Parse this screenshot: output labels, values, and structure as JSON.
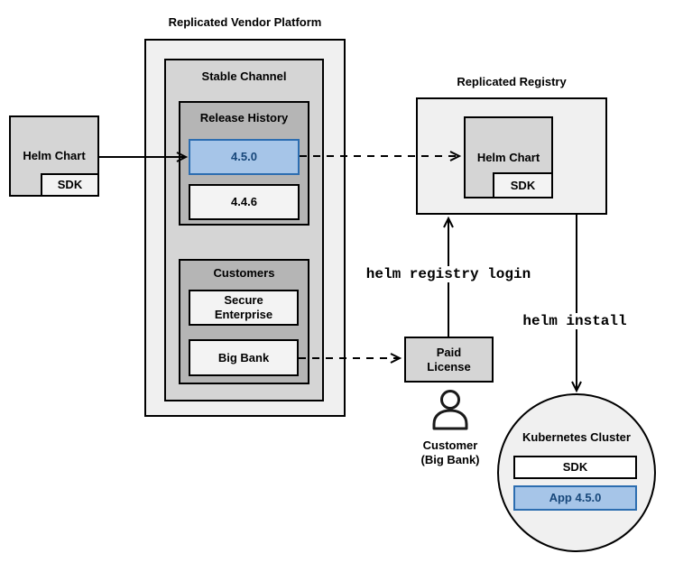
{
  "colors": {
    "highlight_fill": "#a6c5e8",
    "highlight_border": "#2c6db0",
    "highlight_text": "#17477a",
    "box_light": "#f0f0f0",
    "box_mid": "#d5d5d5",
    "box_dark": "#b5b5b5",
    "item_fill": "#f3f3f3",
    "line": "#000000"
  },
  "icons": {
    "customer": "user-icon"
  },
  "platform": {
    "title": "Replicated Vendor Platform"
  },
  "stable_channel": {
    "title": "Stable Channel"
  },
  "release_history": {
    "title": "Release History",
    "releases": [
      {
        "version": "4.5.0",
        "highlighted": true
      },
      {
        "version": "4.4.6",
        "highlighted": false
      }
    ]
  },
  "customers": {
    "title": "Customers",
    "items": [
      "Secure\nEnterprise",
      "Big Bank"
    ]
  },
  "source": {
    "helm_chart": "Helm Chart",
    "sdk": "SDK"
  },
  "registry": {
    "title": "Replicated Registry",
    "helm_chart": "Helm Chart",
    "sdk": "SDK"
  },
  "license": {
    "label": "Paid\nLicense"
  },
  "customer": {
    "label": "Customer\n(Big Bank)"
  },
  "kubernetes": {
    "title": "Kubernetes Cluster",
    "sdk": "SDK",
    "app": "App 4.5.0"
  },
  "commands": {
    "registry_login": "helm registry login",
    "install": "helm install"
  }
}
